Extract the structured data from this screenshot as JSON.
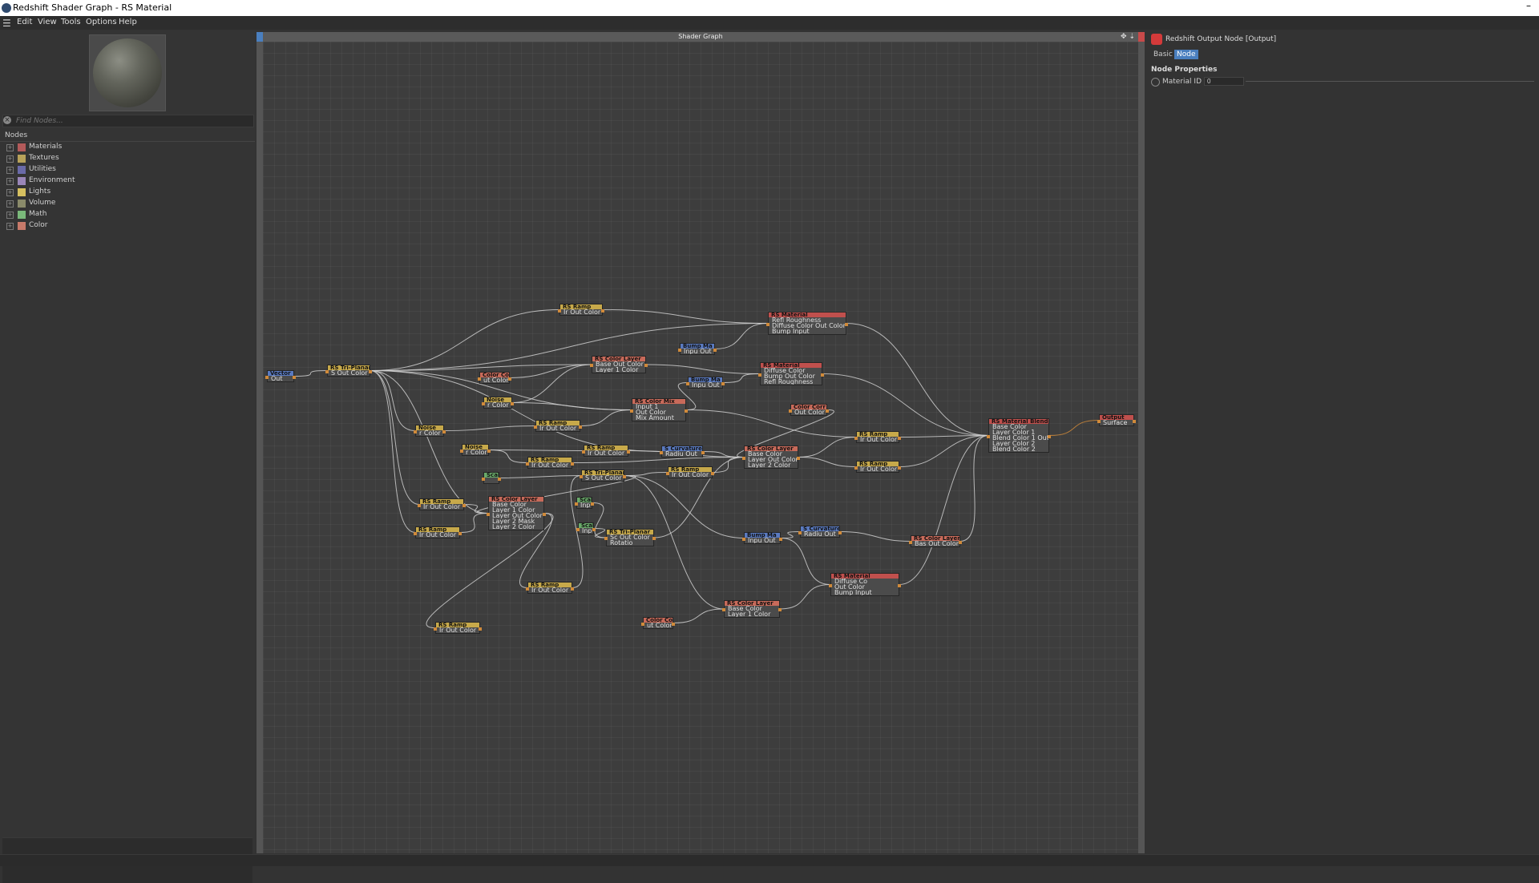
{
  "window": {
    "title": "Redshift Shader Graph - RS Material",
    "minimize": "–"
  },
  "menu": [
    "Edit",
    "View",
    "Tools",
    "Options",
    "Help"
  ],
  "search": {
    "placeholder": "Find Nodes...",
    "clear_glyph": "×"
  },
  "tree": {
    "header": "Nodes",
    "items": [
      {
        "label": "Materials",
        "color": "#b35a5a"
      },
      {
        "label": "Textures",
        "color": "#b8a25a"
      },
      {
        "label": "Utilities",
        "color": "#6a6aa8"
      },
      {
        "label": "Environment",
        "color": "#9a86b8"
      },
      {
        "label": "Lights",
        "color": "#d6c060"
      },
      {
        "label": "Volume",
        "color": "#8a8a6a"
      },
      {
        "label": "Math",
        "color": "#7ab87a"
      },
      {
        "label": "Color",
        "color": "#c87a6a"
      }
    ]
  },
  "graph": {
    "title": "Shader Graph",
    "nav_icons": "✥ ⇣",
    "colors": {
      "material": "#c0504d",
      "texture": "#c7a94a",
      "utility": "#5a7ac0",
      "color": "#c86a5a",
      "math": "#6aaa6a",
      "wire": "#cfcfcf",
      "wire_output": "#d08a3a"
    },
    "nodes": [
      {
        "id": "vector",
        "title": "Vector",
        "rows": [
          "Out"
        ],
        "type": "utility"
      },
      {
        "id": "xform1",
        "title": "RS Tri-Planar",
        "rows": [
          "S Out Color"
        ],
        "type": "texture"
      },
      {
        "id": "ramp1",
        "title": "RS Ramp",
        "rows": [
          "Ir Out Color"
        ],
        "type": "texture"
      },
      {
        "id": "mat1",
        "title": "RS Material",
        "rows": [
          "Refl Roughness",
          "Diffuse Color Out Color",
          "Bump Input"
        ],
        "type": "material"
      },
      {
        "id": "bump1",
        "title": "Bump Ma",
        "rows": [
          "Inpu Out"
        ],
        "type": "utility"
      },
      {
        "id": "layer1",
        "title": "RS Color Layer",
        "rows": [
          "Base Out Color",
          "Layer 1 Color"
        ],
        "type": "color"
      },
      {
        "id": "cc1",
        "title": "Color Corr",
        "rows": [
          "ut Color"
        ],
        "type": "color"
      },
      {
        "id": "noise1",
        "title": "Noise",
        "rows": [
          "r Color"
        ],
        "type": "texture"
      },
      {
        "id": "mat2",
        "title": "RS Material",
        "rows": [
          "Diffuse Color",
          "Bump  Out Color",
          "Refl Roughness"
        ],
        "type": "material"
      },
      {
        "id": "bump2",
        "title": "Bump Ma",
        "rows": [
          "Inpu Out"
        ],
        "type": "utility"
      },
      {
        "id": "mix1",
        "title": "RS Color Mix",
        "rows": [
          "Input 1",
          "Out Color",
          "Mix Amount"
        ],
        "type": "color"
      },
      {
        "id": "cc2",
        "title": "Color Corr",
        "rows": [
          "Out Color"
        ],
        "type": "color"
      },
      {
        "id": "ramp2",
        "title": "RS Ramp",
        "rows": [
          "Ir Out Color"
        ],
        "type": "texture"
      },
      {
        "id": "noise2",
        "title": "Noise",
        "rows": [
          "r Color"
        ],
        "type": "texture"
      },
      {
        "id": "noise3",
        "title": "Noise",
        "rows": [
          "r Color"
        ],
        "type": "texture"
      },
      {
        "id": "ramp3",
        "title": "RS Ramp",
        "rows": [
          "Ir Out Color"
        ],
        "type": "texture"
      },
      {
        "id": "ramp4",
        "title": "RS Ramp",
        "rows": [
          "Ir Out Color"
        ],
        "type": "texture"
      },
      {
        "id": "curv1",
        "title": "S Curvature",
        "rows": [
          "Radiu Out"
        ],
        "type": "utility"
      },
      {
        "id": "layer2",
        "title": "RS Color Layer",
        "rows": [
          "Base Color",
          "Layer Out Color",
          "Layer 2 Color"
        ],
        "type": "color"
      },
      {
        "id": "ramp5",
        "title": "RS Ramp",
        "rows": [
          "Ir Out Color"
        ],
        "type": "texture"
      },
      {
        "id": "ramp6",
        "title": "RS Ramp",
        "rows": [
          "Ir Out Color"
        ],
        "type": "texture"
      },
      {
        "id": "ramp7",
        "title": "RS Ramp",
        "rows": [
          "Ir Out Color"
        ],
        "type": "texture"
      },
      {
        "id": "small1",
        "title": "Scale",
        "rows": [
          ""
        ],
        "type": "math"
      },
      {
        "id": "xform2",
        "title": "RS Tri-Planar",
        "rows": [
          "S Out Color"
        ],
        "type": "texture"
      },
      {
        "id": "blend",
        "title": "RS Material Blender",
        "rows": [
          "Base Color",
          "Layer Color 1",
          "Blend Color 1  Out",
          "Layer Color 2",
          "Blend Color 2"
        ],
        "type": "material"
      },
      {
        "id": "output",
        "title": "Output",
        "rows": [
          "Surface"
        ],
        "type": "material"
      },
      {
        "id": "ramp8",
        "title": "RS Ramp",
        "rows": [
          "Ir Out Color"
        ],
        "type": "texture"
      },
      {
        "id": "layer3",
        "title": "RS Color Layer",
        "rows": [
          "Base Color",
          "Layer 1 Color",
          "Layer Out Color",
          "Layer 2 Mask",
          "Layer 2 Color"
        ],
        "type": "color"
      },
      {
        "id": "small2",
        "title": "Scale",
        "rows": [
          "Inp"
        ],
        "type": "math"
      },
      {
        "id": "ramp9",
        "title": "RS Ramp",
        "rows": [
          "Ir Out Color"
        ],
        "type": "texture"
      },
      {
        "id": "small3",
        "title": "Scale",
        "rows": [
          "Inp"
        ],
        "type": "math"
      },
      {
        "id": "xform3",
        "title": "RS Tri-Planar",
        "rows": [
          "Sc Out Color",
          "Rotatio"
        ],
        "type": "texture"
      },
      {
        "id": "bump3",
        "title": "Bump Ma",
        "rows": [
          "Inpu Out"
        ],
        "type": "utility"
      },
      {
        "id": "curv2",
        "title": "S Curvature",
        "rows": [
          "Radiu Out"
        ],
        "type": "utility"
      },
      {
        "id": "layer4",
        "title": "RS Color Layer",
        "rows": [
          "Bas Out Color"
        ],
        "type": "color"
      },
      {
        "id": "mat3",
        "title": "RS Material",
        "rows": [
          "Diffuse Co",
          "Out Color",
          "Bump Input"
        ],
        "type": "material"
      },
      {
        "id": "ramp10",
        "title": "RS Ramp",
        "rows": [
          "Ir Out Color"
        ],
        "type": "texture"
      },
      {
        "id": "layer5",
        "title": "RS Color Layer",
        "rows": [
          "Base Color",
          "Layer 1 Color"
        ],
        "type": "color"
      },
      {
        "id": "cc3",
        "title": "Color Corr",
        "rows": [
          "ut Color"
        ],
        "type": "color"
      },
      {
        "id": "ramp11",
        "title": "RS Ramp",
        "rows": [
          "Ir Out Color"
        ],
        "type": "texture"
      }
    ],
    "edges": [
      [
        "vector",
        "xform1"
      ],
      [
        "xform1",
        "ramp1"
      ],
      [
        "xform1",
        "mat1"
      ],
      [
        "xform1",
        "layer1"
      ],
      [
        "xform1",
        "mix1"
      ],
      [
        "xform1",
        "noise2"
      ],
      [
        "xform1",
        "ramp8"
      ],
      [
        "xform1",
        "ramp9"
      ],
      [
        "xform1",
        "layer3"
      ],
      [
        "xform1",
        "curv1"
      ],
      [
        "ramp1",
        "mat1"
      ],
      [
        "cc1",
        "layer1"
      ],
      [
        "noise1",
        "layer1"
      ],
      [
        "layer1",
        "mat2"
      ],
      [
        "bump1",
        "mat1"
      ],
      [
        "noise1",
        "mix1"
      ],
      [
        "mix1",
        "bump2"
      ],
      [
        "bump2",
        "mat2"
      ],
      [
        "mix1",
        "ramp5"
      ],
      [
        "ramp2",
        "mix1"
      ],
      [
        "noise2",
        "ramp2"
      ],
      [
        "noise3",
        "ramp3"
      ],
      [
        "noise3",
        "ramp4"
      ],
      [
        "ramp3",
        "layer2"
      ],
      [
        "ramp4",
        "layer2"
      ],
      [
        "curv1",
        "layer2"
      ],
      [
        "ramp7",
        "layer2"
      ],
      [
        "layer2",
        "ramp5"
      ],
      [
        "layer2",
        "ramp6"
      ],
      [
        "cc2",
        "layer2"
      ],
      [
        "ramp5",
        "blend"
      ],
      [
        "ramp6",
        "blend"
      ],
      [
        "mat1",
        "blend"
      ],
      [
        "mat2",
        "blend"
      ],
      [
        "mat3",
        "blend"
      ],
      [
        "layer4",
        "blend"
      ],
      [
        "blend",
        "output"
      ],
      [
        "xform2",
        "ramp7"
      ],
      [
        "xform2",
        "layer3"
      ],
      [
        "xform2",
        "bump3"
      ],
      [
        "xform2",
        "layer5"
      ],
      [
        "small1",
        "xform2"
      ],
      [
        "small2",
        "xform3"
      ],
      [
        "small3",
        "xform3"
      ],
      [
        "xform3",
        "layer2"
      ],
      [
        "bump3",
        "curv2"
      ],
      [
        "curv2",
        "layer4"
      ],
      [
        "bump3",
        "mat3"
      ],
      [
        "layer5",
        "mat3"
      ],
      [
        "cc3",
        "layer5"
      ],
      [
        "layer3",
        "ramp10"
      ],
      [
        "ramp10",
        "xform2"
      ],
      [
        "layer3",
        "ramp11"
      ],
      [
        "ramp8",
        "layer3"
      ],
      [
        "ramp9",
        "layer3"
      ]
    ]
  },
  "properties": {
    "node_title": "Redshift Output Node [Output]",
    "tabs": [
      "Basic",
      "Node"
    ],
    "active_tab": "Node",
    "section": "Node Properties",
    "material_id_label": "Material ID",
    "material_id_value": "0"
  }
}
